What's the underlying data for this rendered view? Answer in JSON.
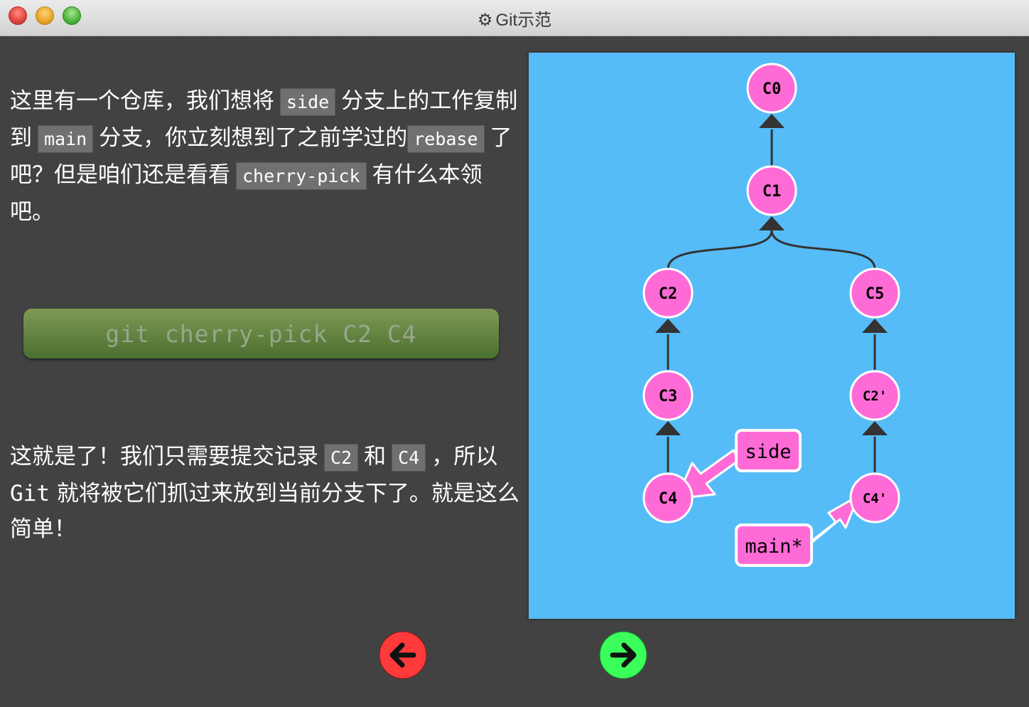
{
  "window": {
    "title": "Git示范"
  },
  "description": {
    "p1": {
      "t1": "这里有一个仓库，我们想将",
      "c1": "side",
      "t2": "分支上的工作复制到",
      "c2": "main",
      "t3": "分支，你立刻想到了之前学过的",
      "c3": "rebase",
      "t4": "了吧？但是咱们还是看看",
      "c4": "cherry-pick",
      "t5": "有什么本领吧。"
    },
    "command": "git cherry-pick C2 C4",
    "p2": {
      "t1": "这就是了！我们只需要提交记录",
      "c1": "C2",
      "t2": "和",
      "c2": "C4",
      "t3": "，所以",
      "git": "Git",
      "t4": "就将被它们抓过来放到当前分支下了。就是这么简单！"
    }
  },
  "graph": {
    "commits": {
      "c0": "C0",
      "c1": "C1",
      "c2": "C2",
      "c3": "C3",
      "c4": "C4",
      "c5": "C5",
      "c2p": "C2'",
      "c4p": "C4'"
    },
    "branches": {
      "side": "side",
      "main": "main*"
    }
  },
  "colors": {
    "background": "#424242",
    "canvas": "#56bcf8",
    "commit_fill": "#ff6bd6",
    "commit_stroke": "#ffffff",
    "edge": "#333333",
    "branch_arrow": "#ff6bd6",
    "back_button": "#ff3a3a",
    "forward_button": "#3aff5a",
    "command_button": "#5f8540"
  },
  "icons": {
    "title_icon": "gear-icon",
    "back": "arrow-left-circle-icon",
    "forward": "arrow-right-circle-icon"
  }
}
